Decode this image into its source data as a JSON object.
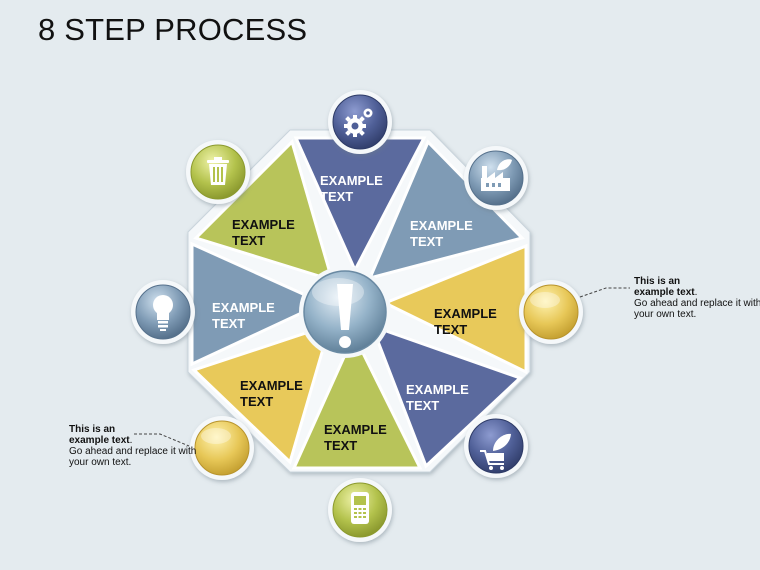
{
  "title": "8 STEP PROCESS",
  "center": {
    "icon": "exclamation-icon"
  },
  "segments": [
    {
      "id": "top",
      "label_line1": "EXAMPLE",
      "label_line2": "TEXT",
      "color": "#5b6a9e",
      "text_color": "#ffffff",
      "icon": "gears-icon"
    },
    {
      "id": "top-right",
      "label_line1": "EXAMPLE",
      "label_line2": "TEXT",
      "color": "#7f9bb5",
      "text_color": "#ffffff",
      "icon": "factory-leaf-icon"
    },
    {
      "id": "right",
      "label_line1": "EXAMPLE",
      "label_line2": "TEXT",
      "color": "#e8c95a",
      "text_color": "#111111",
      "icon": ""
    },
    {
      "id": "bottom-right",
      "label_line1": "EXAMPLE",
      "label_line2": "TEXT",
      "color": "#5b6a9e",
      "text_color": "#ffffff",
      "icon": "shopping-cart-leaf-icon"
    },
    {
      "id": "bottom",
      "label_line1": "EXAMPLE",
      "label_line2": "TEXT",
      "color": "#b8c45a",
      "text_color": "#111111",
      "icon": "mobile-phone-icon"
    },
    {
      "id": "bottom-left",
      "label_line1": "EXAMPLE",
      "label_line2": "TEXT",
      "color": "#e8c95a",
      "text_color": "#111111",
      "icon": ""
    },
    {
      "id": "left",
      "label_line1": "EXAMPLE",
      "label_line2": "TEXT",
      "color": "#7f9bb5",
      "text_color": "#ffffff",
      "icon": "lightbulb-icon"
    },
    {
      "id": "top-left",
      "label_line1": "EXAMPLE",
      "label_line2": "TEXT",
      "color": "#b8c45a",
      "text_color": "#111111",
      "icon": "trash-can-icon"
    }
  ],
  "callouts": {
    "right": {
      "line1": "This is an",
      "line2": "example text",
      "line2_tail": ".",
      "rest": "Go ahead and replace it with your own text."
    },
    "left": {
      "line1": "This is an",
      "line2": "example text",
      "line2_tail": ".",
      "rest": "Go ahead and replace it with your own text."
    }
  }
}
